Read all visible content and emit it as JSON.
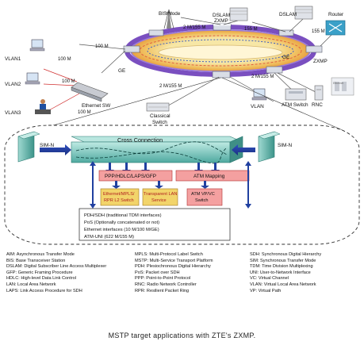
{
  "network": {
    "bis_node": "BIS/Node",
    "dslam1": "DSLAM",
    "dslam2": "DSLAM",
    "router": "Router",
    "zxmp_top": "ZXMP",
    "zxmp_right": "ZXMP",
    "ge_left": "GE",
    "ge_right": "GE",
    "link_top": "2 M/155 M",
    "link_right_top": "155 M",
    "link_dslam2": "155 M",
    "link_left_100": "100 M",
    "link_lower_155": "2 M/155 M",
    "link_bottom_right": "2 M/155 M",
    "vlan1": "VLAN1",
    "vlan2": "VLAN2",
    "vlan3": "VLAN3",
    "vlan_right": "VLAN",
    "link_vlan1": "100 M",
    "link_vlan2": "100 M",
    "link_vlan3": "100 M",
    "ethernet_sw": "Ethernet SW",
    "classical_switch_1": "Classical",
    "classical_switch_2": "Switch",
    "atm_switch": "ATM Switch",
    "rnc": "RNC",
    "tiny_label": "Ethernet"
  },
  "detail": {
    "cross_connection": "Cross Connection",
    "sim_n_left": "SIM-N",
    "sim_n_right": "SIM-N",
    "ppp_box": "PPP/HDLC/LAPS/GFP",
    "atm_mapping": "ATM Mapping",
    "eth_box_1": "Ethernet/MPLS/",
    "eth_box_2": "RPR L2 Switch",
    "transparent_1": "Transparent LAN",
    "transparent_2": "Service",
    "atm_vp_1": "ATM VP/VC",
    "atm_vp_2": "Switch",
    "interfaces": [
      "PDH/SDH (traditional TDM interfaces)",
      "PoS (Optionally concatenated or not)",
      "Ethernet interfaces (10 M/100 M/GE)",
      "ATM-UNI (622 M/155 M)"
    ]
  },
  "legend": {
    "col1": [
      "AIM: Asynchronous Transfer Mode",
      "BIS: Base Transceiver Station",
      "DSLAM: Digital Subscriber Line Access Multiplexer",
      "GFP: Generic Framing Procedure",
      "HDLC: High-level Data Link Control",
      "LAN: Local Area Network",
      "LAPS: Link Access Procedure for SDH"
    ],
    "col2": [
      "MPLS: Multi-Protocol Label Switch",
      "MSTP: Multi-Service Transport Platform",
      "PDH: Plesiochronous Digital Hierarchy",
      "PoS: Packet over SDH",
      "PPP: Point-to-Point Protocol",
      "RNC: Radio Network Controller",
      "RPR: Resilient Packet Ring"
    ],
    "col3": [
      "SDH: Synchronous Digital Hierarchy",
      "SIM: Synchronous Transfer Mode",
      "TDM: Time Division Multiplexing",
      "UNI: User-to-Network Interface",
      "VC: Virtual Channel",
      "VLAN: Virtual Local Area Network",
      "VP: Virtual Path"
    ]
  },
  "caption": "MSTP target applications with ZTE's ZXMP.",
  "colors": {
    "ring_outer": "#7a4fc0",
    "ring_inner": "#f0c060",
    "cross_connection": "#66bfb7",
    "module_red": "#f4a0a0",
    "module_yellow": "#f2d46a",
    "link_red": "#e03030",
    "link_blue": "#2040a0"
  }
}
